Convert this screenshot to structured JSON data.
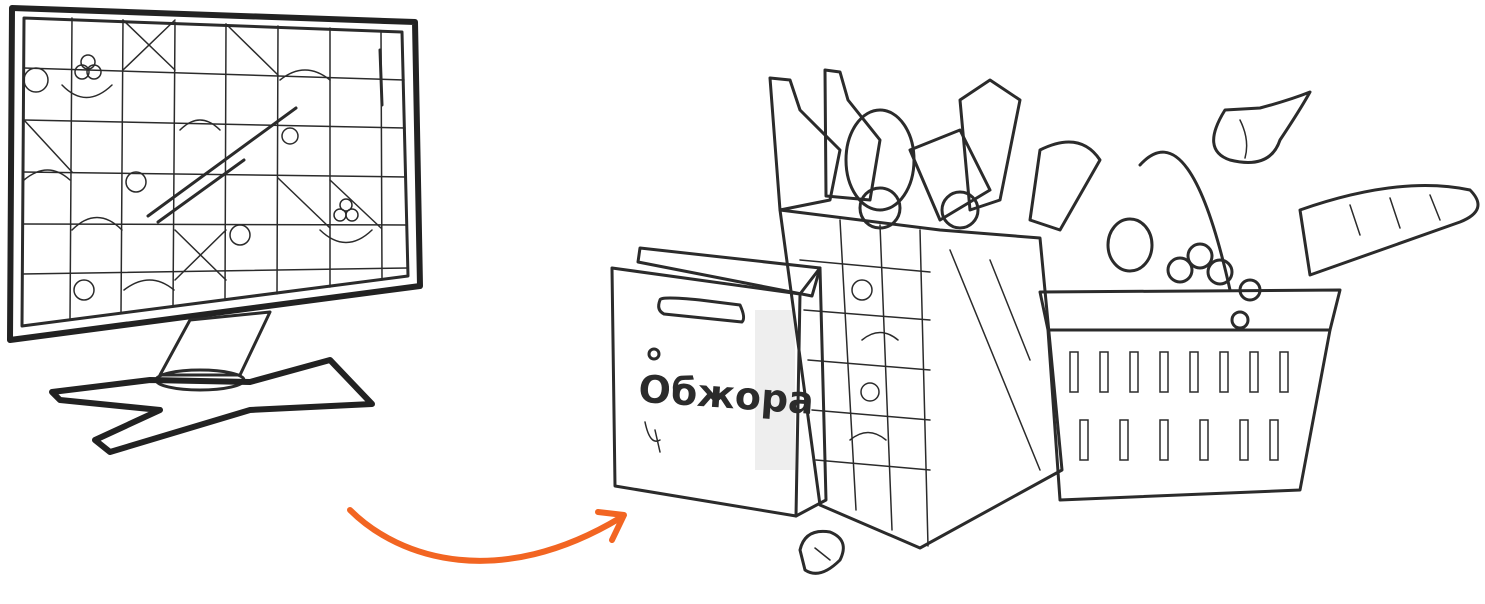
{
  "bag": {
    "brand": "Обжора"
  },
  "colors": {
    "ink": "#2b2b2b",
    "arrow": "#f26522",
    "background": "#ffffff"
  },
  "icons": [
    "monitor-illustration",
    "shopping-bag-illustration",
    "grocery-bag-illustration",
    "basket-illustration",
    "arrow-icon"
  ]
}
